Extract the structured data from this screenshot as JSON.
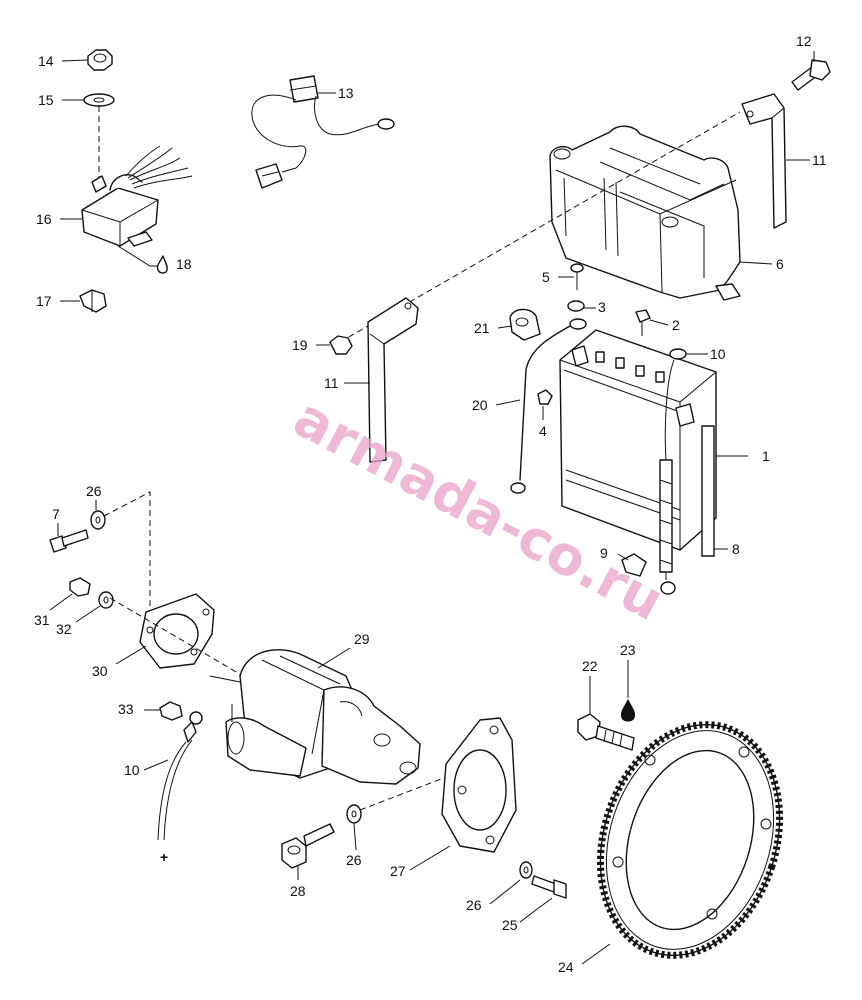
{
  "watermark": {
    "text": "armada-co.ru",
    "color": "#e8a0c8"
  },
  "polarity_symbol": "+",
  "callouts": [
    {
      "id": "c1",
      "label": "1"
    },
    {
      "id": "c2",
      "label": "2"
    },
    {
      "id": "c3",
      "label": "3"
    },
    {
      "id": "c4",
      "label": "4"
    },
    {
      "id": "c5",
      "label": "5"
    },
    {
      "id": "c6",
      "label": "6"
    },
    {
      "id": "c7",
      "label": "7"
    },
    {
      "id": "c8",
      "label": "8"
    },
    {
      "id": "c9",
      "label": "9"
    },
    {
      "id": "c10a",
      "label": "10"
    },
    {
      "id": "c10b",
      "label": "10"
    },
    {
      "id": "c11a",
      "label": "11"
    },
    {
      "id": "c11b",
      "label": "11"
    },
    {
      "id": "c12",
      "label": "12"
    },
    {
      "id": "c13",
      "label": "13"
    },
    {
      "id": "c14",
      "label": "14"
    },
    {
      "id": "c15",
      "label": "15"
    },
    {
      "id": "c16",
      "label": "16"
    },
    {
      "id": "c17",
      "label": "17"
    },
    {
      "id": "c18",
      "label": "18"
    },
    {
      "id": "c19",
      "label": "19"
    },
    {
      "id": "c20",
      "label": "20"
    },
    {
      "id": "c21",
      "label": "21"
    },
    {
      "id": "c22",
      "label": "22"
    },
    {
      "id": "c23",
      "label": "23"
    },
    {
      "id": "c24",
      "label": "24"
    },
    {
      "id": "c25",
      "label": "25"
    },
    {
      "id": "c26a",
      "label": "26"
    },
    {
      "id": "c26b",
      "label": "26"
    },
    {
      "id": "c26c",
      "label": "26"
    },
    {
      "id": "c27",
      "label": "27"
    },
    {
      "id": "c28",
      "label": "28"
    },
    {
      "id": "c29",
      "label": "29"
    },
    {
      "id": "c30",
      "label": "30"
    },
    {
      "id": "c31",
      "label": "31"
    },
    {
      "id": "c32",
      "label": "32"
    },
    {
      "id": "c33",
      "label": "33"
    }
  ]
}
